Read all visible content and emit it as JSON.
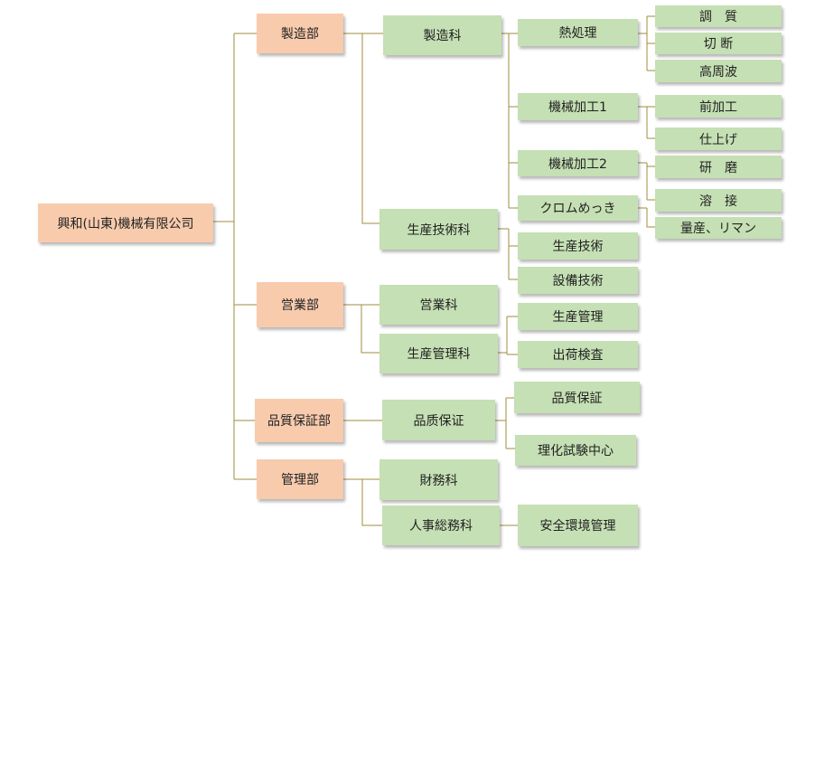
{
  "org_chart": {
    "company": "興和(山東)機械有限公司",
    "departments": {
      "manufacturing": "製造部",
      "sales": "営業部",
      "quality": "品質保証部",
      "admin": "管理部"
    },
    "sections": {
      "manufacturing_section": "製造科",
      "production_engineering_section": "生産技術科",
      "sales_section": "営業科",
      "production_control_section": "生産管理科",
      "quality_assurance_section": "品质保证",
      "finance_section": "財務科",
      "hr_general_section": "人事総務科"
    },
    "units": {
      "heat_treatment": "熱処理",
      "machining_1": "機械加工1",
      "machining_2": "機械加工2",
      "chrome_plating": "クロムめっき",
      "production_technology": "生産技術",
      "equipment_technology": "設備技術",
      "production_control": "生産管理",
      "shipping_inspection": "出荷検査",
      "quality_assurance": "品質保証",
      "physical_chemical_testing": "理化試験中心",
      "safety_environment": "安全環境管理"
    },
    "subunits": {
      "tempering": "調　質",
      "cutting": "切 断",
      "high_frequency": "高周波",
      "pre_machining": "前加工",
      "finishing": "仕上げ",
      "grinding": "研　磨",
      "welding": "溶　接",
      "mass_production_remanufacture": "量産、リマン"
    }
  },
  "colors": {
    "department_fill": "#f8cbad",
    "section_fill": "#c5e0b4",
    "connector_line": "#9c8a3c"
  }
}
